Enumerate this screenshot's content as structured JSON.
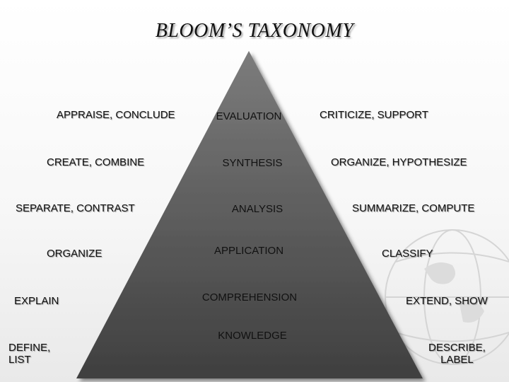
{
  "title": "BLOOM’S TAXONOMY",
  "levels": [
    "EVALUATION",
    "SYNTHESIS",
    "ANALYSIS",
    "APPLICATION",
    "COMPREHENSION",
    "KNOWLEDGE"
  ],
  "left_verbs": [
    "APPRAISE, CONCLUDE",
    "CREATE, COMBINE",
    "SEPARATE, CONTRAST",
    "ORGANIZE",
    "EXPLAIN",
    "DEFINE,\nLIST"
  ],
  "right_verbs": [
    "CRITICIZE, SUPPORT",
    "ORGANIZE, HYPOTHESIZE",
    "SUMMARIZE, COMPUTE",
    "CLASSIFY",
    "EXTEND, SHOW",
    "DESCRIBE,\nLABEL"
  ],
  "colors": {
    "pyramid_top": "#7a7a7a",
    "pyramid_bottom": "#3e3e3e",
    "watermark": "#cfcfcf"
  },
  "icons": {
    "watermark": "globe-watermark-icon"
  }
}
